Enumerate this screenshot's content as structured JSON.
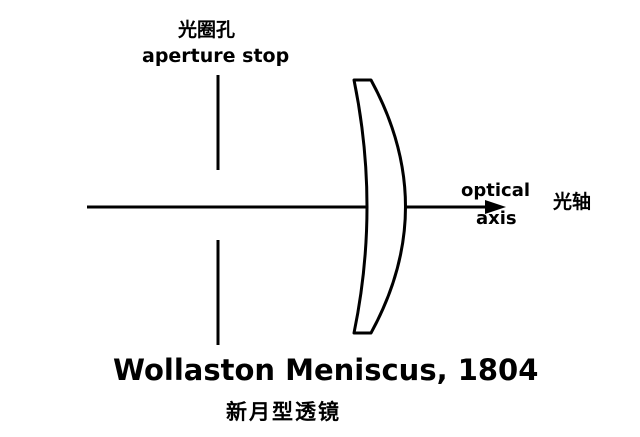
{
  "labels": {
    "aperture_cn": "光圈孔",
    "aperture_en": "aperture stop",
    "axis_en_1": "optical",
    "axis_en_2": "axis",
    "axis_cn": "光轴",
    "title_en": "Wollaston Meniscus, 1804",
    "title_cn": "新月型透镜"
  }
}
